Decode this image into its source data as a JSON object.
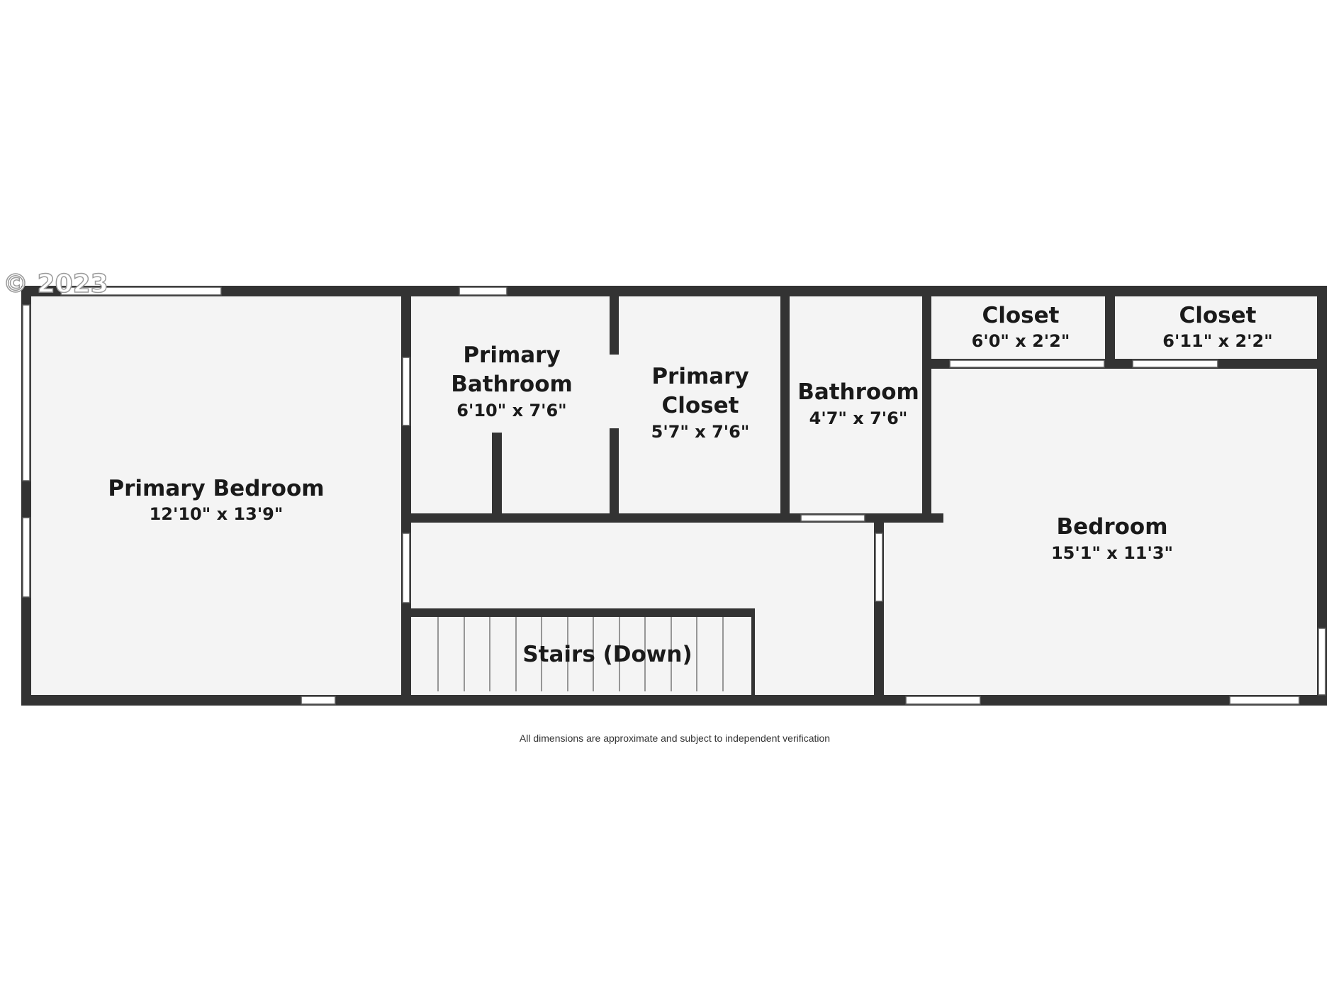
{
  "copyright": "© 2023",
  "disclaimer": "All dimensions are approximate and subject to independent verification",
  "colors": {
    "wall": "#333333",
    "floor": "#f4f4f4",
    "window": "#ffffff",
    "text": "#1a1a1a"
  },
  "rooms": {
    "primary_bedroom": {
      "name": "Primary Bedroom",
      "dims": "12'10\" x 13'9\""
    },
    "primary_bathroom": {
      "name_line1": "Primary",
      "name_line2": "Bathroom",
      "dims": "6'10\" x 7'6\""
    },
    "primary_closet": {
      "name_line1": "Primary",
      "name_line2": "Closet",
      "dims": "5'7\" x 7'6\""
    },
    "bathroom": {
      "name": "Bathroom",
      "dims": "4'7\" x 7'6\""
    },
    "closet_1": {
      "name": "Closet",
      "dims": "6'0\" x 2'2\""
    },
    "closet_2": {
      "name": "Closet",
      "dims": "6'11\" x 2'2\""
    },
    "bedroom": {
      "name": "Bedroom",
      "dims": "15'1\" x 11'3\""
    },
    "stairs": {
      "name": "Stairs (Down)"
    }
  }
}
